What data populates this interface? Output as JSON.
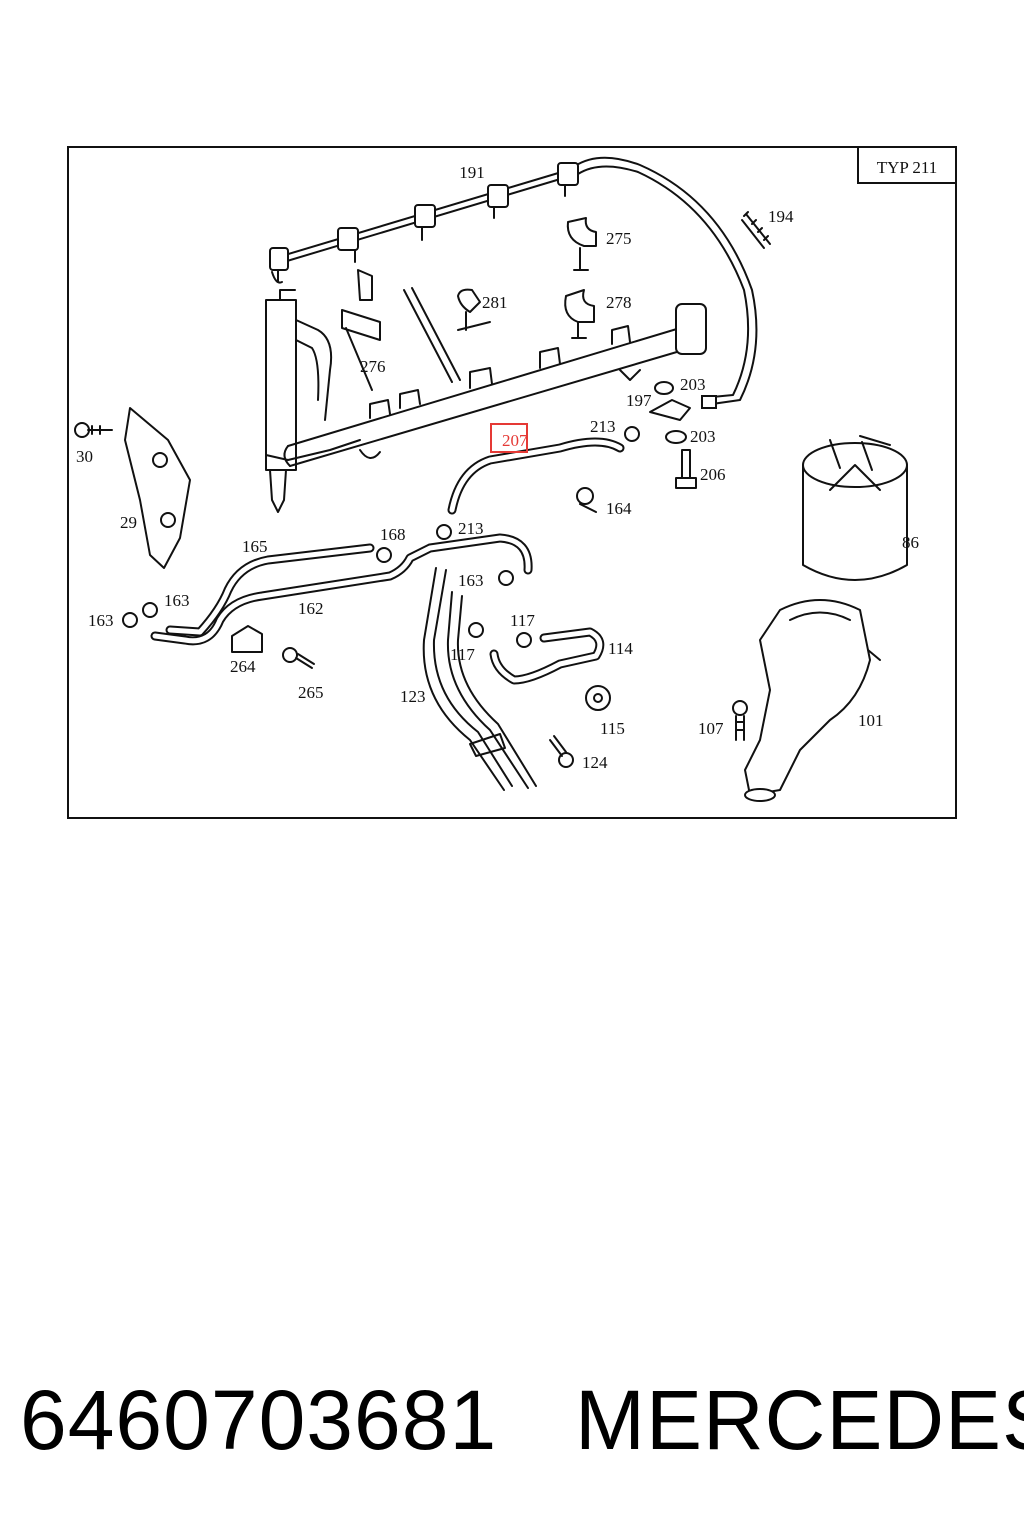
{
  "diagram": {
    "type_label": "TYP 211",
    "highlight_color": "#e53935",
    "highlighted_label": "207",
    "labels": [
      "191",
      "194",
      "275",
      "281",
      "278",
      "276",
      "203",
      "197",
      "213",
      "203",
      "206",
      "30",
      "29",
      "86",
      "207",
      "164",
      "165",
      "168",
      "213",
      "163",
      "163",
      "163",
      "162",
      "117",
      "114",
      "264",
      "265",
      "117",
      "123",
      "115",
      "107",
      "101",
      "124"
    ]
  },
  "footer": {
    "part_number": "6460703681",
    "brand": "MERCEDES"
  }
}
